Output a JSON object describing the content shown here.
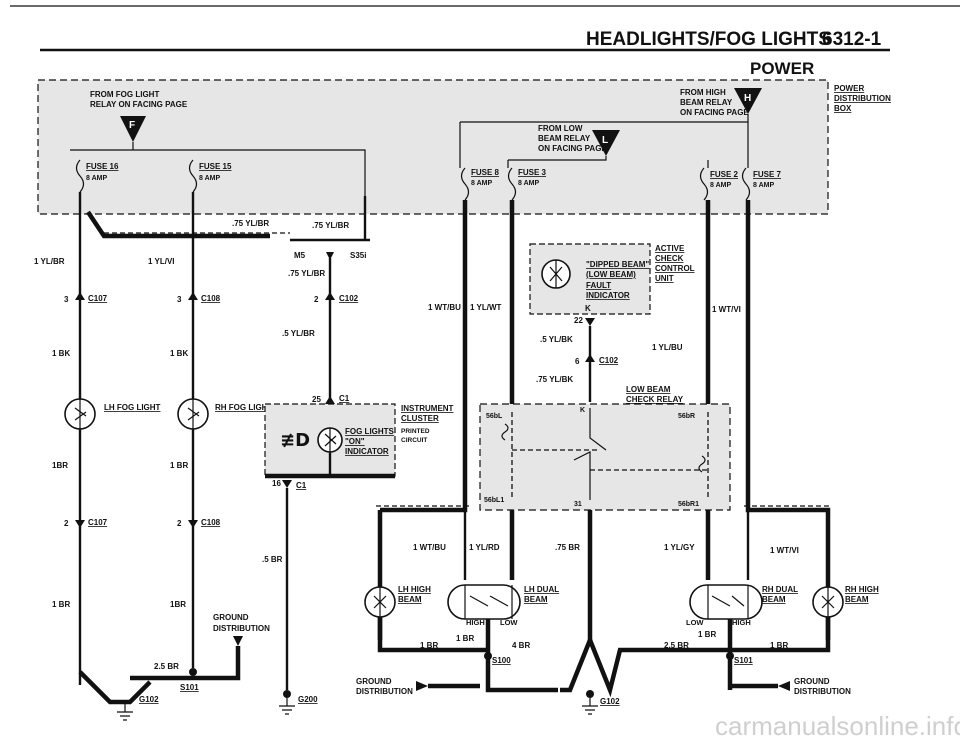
{
  "header": {
    "title": "HEADLIGHTS/FOG LIGHTS",
    "page_number": "6312-1",
    "section": "POWER"
  },
  "power_box": {
    "label_line1": "POWER",
    "label_line2": "DISTRIBUTION",
    "label_line3": "BOX",
    "from_fog": [
      "FROM FOG LIGHT",
      "RELAY ON FACING PAGE"
    ],
    "from_fog_tag": "F",
    "from_high": [
      "FROM HIGH",
      "BEAM RELAY",
      "ON FACING PAGE"
    ],
    "from_high_tag": "H",
    "from_low": [
      "FROM LOW",
      "BEAM RELAY",
      "ON FACING PAGE"
    ],
    "from_low_tag": "L",
    "fuses": [
      {
        "name": "FUSE 16",
        "rating": "8 AMP"
      },
      {
        "name": "FUSE 15",
        "rating": "8 AMP"
      },
      {
        "name": "FUSE 8",
        "rating": "8 AMP"
      },
      {
        "name": "FUSE 3",
        "rating": "8 AMP"
      },
      {
        "name": "FUSE 2",
        "rating": "8 AMP"
      },
      {
        "name": "FUSE 7",
        "rating": "8 AMP"
      }
    ]
  },
  "wires": {
    "w75_yl_br_a": ".75 YL/BR",
    "w75_yl_br_b": ".75 YL/BR",
    "w75_yl_br_c": ".75 YL/BR",
    "w5_yl_br": ".5 YL/BR",
    "w1_yl_br": "1 YL/BR",
    "w1_yl_vi": "1 YL/VI",
    "w1_bk_a": "1 BK",
    "w1_bk_b": "1 BK",
    "w1br_a": "1BR",
    "w1br_b": "1 BR",
    "w1br_c": "1 BR",
    "w1br_d": "1BR",
    "w25br": "2.5 BR",
    "w5br": ".5 BR",
    "w1_wt_bu_a": "1 WT/BU",
    "w1_yl_wt": "1 YL/WT",
    "w5_yl_bk": ".5 YL/BK",
    "w75_yl_bk": ".75 YL/BK",
    "w1_yl_bu": "1 YL/BU",
    "w1_wt_vi_a": "1 WT/VI",
    "w1_wt_bu_b": "1 WT/BU",
    "w1_yl_rd": "1 YL/RD",
    "w75br": ".75 BR",
    "w1_yl_gy": "1 YL/GY",
    "w1_wt_vi_b": "1 WT/VI",
    "w1br_e": "1 BR",
    "w1br_f": "1 BR",
    "w4br": "4 BR",
    "w25br_b": "2.5 BR",
    "w1br_g": "1 BR",
    "w1br_h": "1 BR"
  },
  "connectors": {
    "c107a": "C107",
    "c107a_pin": "3",
    "c108a": "C108",
    "c108a_pin": "3",
    "c107b": "C107",
    "c107b_pin": "2",
    "c108b": "C108",
    "c108b_pin": "2",
    "c102a": "C102",
    "c102a_pin": "2",
    "c102b": "C102",
    "c102b_pin": "6",
    "c1a": "C1",
    "c1a_pin": "25",
    "c1b": "C1",
    "c1b_pin": "16",
    "m5": "M5",
    "s35i": "S35i",
    "pin22": "22",
    "pin_k1": "K",
    "pin_k2": "K",
    "pin31": "31",
    "p56bl": "56bL",
    "p56br": "56bR",
    "p56bl1": "56bL1",
    "p56br1": "56bR1"
  },
  "components": {
    "lh_fog": "LH FOG LIGHT",
    "rh_fog": "RH FOG LIGHT",
    "instrument_cluster": [
      "INSTRUMENT",
      "CLUSTER"
    ],
    "printed_circuit": [
      "PRINTED",
      "CIRCUIT"
    ],
    "fog_indicator": [
      "FOG LIGHTS",
      "\"ON\"",
      "INDICATOR"
    ],
    "dipped_beam": [
      "\"DIPPED BEAM\"",
      "(LOW BEAM)",
      "FAULT",
      "INDICATOR"
    ],
    "acc_unit": [
      "ACTIVE",
      "CHECK",
      "CONTROL",
      "UNIT"
    ],
    "low_beam_relay": [
      "LOW BEAM",
      "CHECK RELAY"
    ],
    "lh_high": [
      "LH HIGH",
      "BEAM"
    ],
    "lh_dual": [
      "LH DUAL",
      "BEAM"
    ],
    "rh_dual": [
      "RH DUAL",
      "BEAM"
    ],
    "rh_high": [
      "RH HIGH",
      "BEAM"
    ],
    "high_a": "HIGH",
    "low_a": "LOW",
    "low_b": "LOW",
    "high_b": "HIGH"
  },
  "grounds": {
    "g102a": "G102",
    "g200": "G200",
    "g102b": "G102",
    "s101a": "S101",
    "s100": "S100",
    "s101b": "S101",
    "gd_left": [
      "GROUND",
      "DISTRIBUTION"
    ],
    "gd_mid": [
      "GROUND",
      "DISTRIBUTION"
    ],
    "gd_right": [
      "GROUND",
      "DISTRIBUTION"
    ]
  },
  "watermark": "carmanualsonline.info"
}
